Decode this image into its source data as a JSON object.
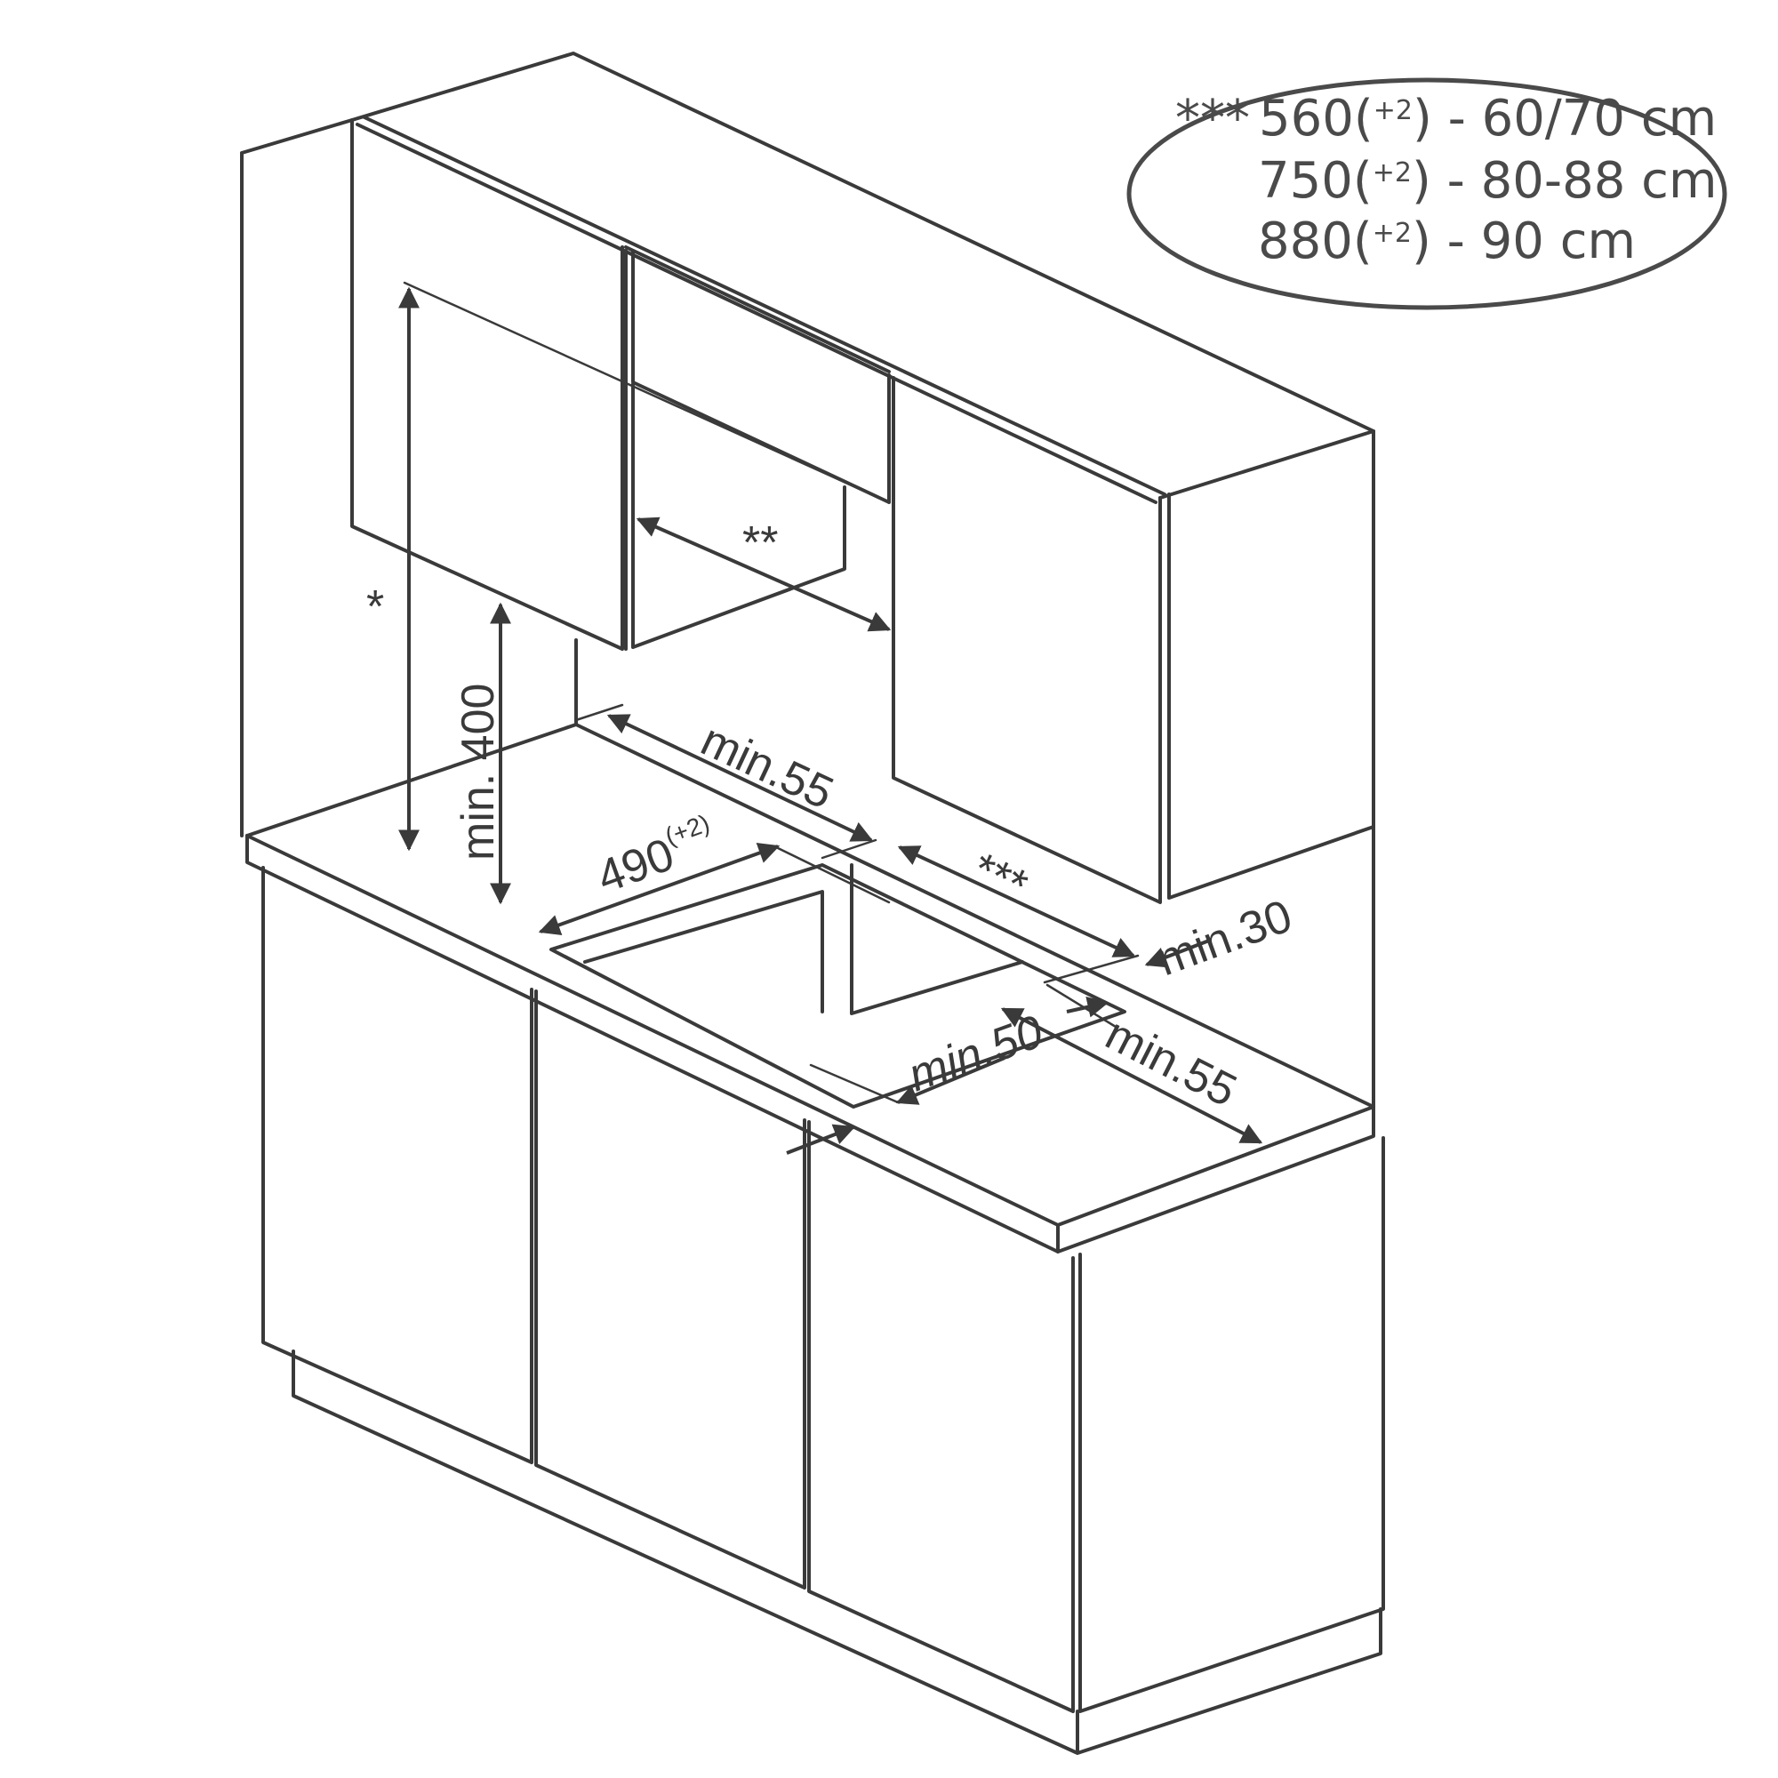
{
  "diagram": {
    "subject": "Built-in hob installation dimensions in kitchen worktop",
    "units": "mm",
    "line_color": "#3a3a3a",
    "background": "#ffffff"
  },
  "legend": {
    "rows": [
      {
        "marker": "***",
        "value": "560",
        "tolerance": "+2",
        "open": "(",
        "close": ")",
        "separator": " - ",
        "hob_width": "60/70 cm"
      },
      {
        "marker": "",
        "value": "750",
        "tolerance": "+2",
        "open": "(",
        "close": ")",
        "separator": " - ",
        "hob_width": "80-88 cm"
      },
      {
        "marker": "",
        "value": "880",
        "tolerance": "+2",
        "open": "(",
        "close": ")",
        "separator": " - ",
        "hob_width": "90 cm"
      }
    ]
  },
  "dimensions": {
    "star_height": {
      "label": "*"
    },
    "double_star_width": {
      "label": "**"
    },
    "min_400": {
      "label": "min. 400"
    },
    "min_55_back": {
      "label": "min.55"
    },
    "cutout_depth": {
      "label": "490",
      "tolerance": "(+2)"
    },
    "cutout_width": {
      "label": "***"
    },
    "min_30": {
      "label": "min.30"
    },
    "min_50": {
      "label": "min.50"
    },
    "min_55_side": {
      "label": "min.55"
    }
  }
}
